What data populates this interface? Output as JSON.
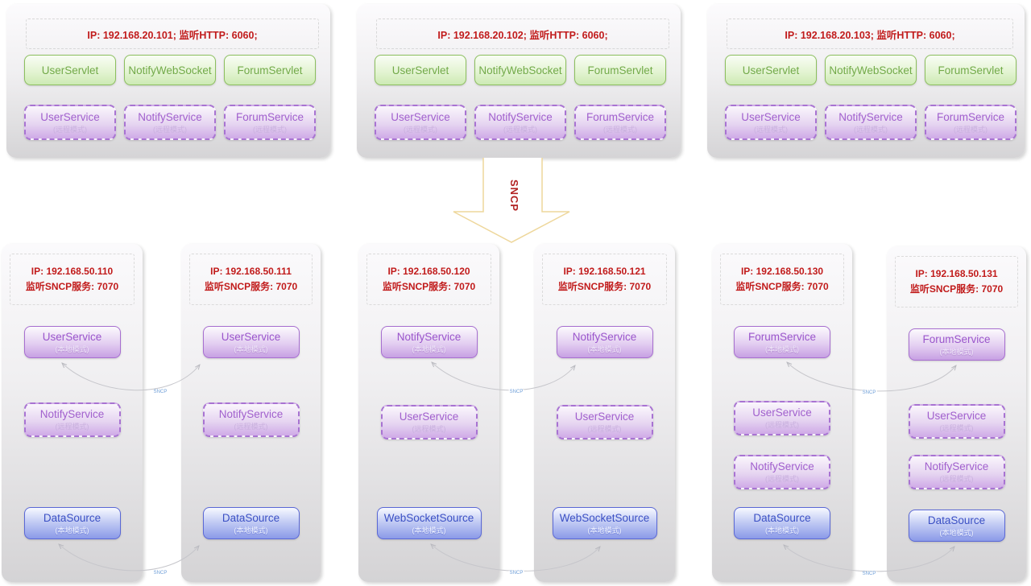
{
  "top_nodes": [
    {
      "ip_line": "IP: 192.168.20.101;  监听HTTP: 6060;",
      "servlets": [
        "UserServlet",
        "NotifyWebSocket",
        "ForumServlet"
      ],
      "services": [
        {
          "name": "UserService",
          "mode": "(远程模式)"
        },
        {
          "name": "NotifyService",
          "mode": "(远程模式)"
        },
        {
          "name": "ForumService",
          "mode": "(远程模式)"
        }
      ]
    },
    {
      "ip_line": "IP: 192.168.20.102;  监听HTTP: 6060;",
      "servlets": [
        "UserServlet",
        "NotifyWebSocket",
        "ForumServlet"
      ],
      "services": [
        {
          "name": "UserService",
          "mode": "(远程模式)"
        },
        {
          "name": "NotifyService",
          "mode": "(远程模式)"
        },
        {
          "name": "ForumService",
          "mode": "(远程模式)"
        }
      ]
    },
    {
      "ip_line": "IP: 192.168.20.103;  监听HTTP: 6060;",
      "servlets": [
        "UserServlet",
        "NotifyWebSocket",
        "ForumServlet"
      ],
      "services": [
        {
          "name": "UserService",
          "mode": "(远程模式)"
        },
        {
          "name": "NotifyService",
          "mode": "(远程模式)"
        },
        {
          "name": "ForumService",
          "mode": "(远程模式)"
        }
      ]
    }
  ],
  "arrow": {
    "label": "SNCP"
  },
  "bottom_nodes": [
    {
      "ip_line1": "IP: 192.168.50.110",
      "ip_line2": "监听SNCP服务: 7070",
      "services": [
        {
          "name": "UserService",
          "mode": "(本地模式)"
        },
        {
          "name": "NotifyService",
          "mode": "(远程模式)"
        },
        {
          "name": "DataSource",
          "mode": "(本地模式)"
        }
      ]
    },
    {
      "ip_line1": "IP: 192.168.50.111",
      "ip_line2": "监听SNCP服务: 7070",
      "services": [
        {
          "name": "UserService",
          "mode": "(本地模式)"
        },
        {
          "name": "NotifyService",
          "mode": "(远程模式)"
        },
        {
          "name": "DataSource",
          "mode": "(本地模式)"
        }
      ]
    },
    {
      "ip_line1": "IP: 192.168.50.120",
      "ip_line2": "监听SNCP服务: 7070",
      "services": [
        {
          "name": "NotifyService",
          "mode": "(本地模式)"
        },
        {
          "name": "UserService",
          "mode": "(远程模式)"
        },
        {
          "name": "WebSocketSource",
          "mode": "(本地模式)"
        }
      ]
    },
    {
      "ip_line1": "IP: 192.168.50.121",
      "ip_line2": "监听SNCP服务: 7070",
      "services": [
        {
          "name": "NotifyService",
          "mode": "(本地模式)"
        },
        {
          "name": "UserService",
          "mode": "(远程模式)"
        },
        {
          "name": "WebSocketSource",
          "mode": "(本地模式)"
        }
      ]
    },
    {
      "ip_line1": "IP: 192.168.50.130",
      "ip_line2": "监听SNCP服务: 7070",
      "services": [
        {
          "name": "ForumService",
          "mode": "(本地模式)"
        },
        {
          "name": "UserService",
          "mode": "(远程模式)"
        },
        {
          "name": "NotifyService",
          "mode": "(远程模式)"
        },
        {
          "name": "DataSource",
          "mode": "(本地模式)"
        }
      ]
    },
    {
      "ip_line1": "IP: 192.168.50.131",
      "ip_line2": "监听SNCP服务: 7070",
      "services": [
        {
          "name": "ForumService",
          "mode": "(本地模式)"
        },
        {
          "name": "UserService",
          "mode": "(远程模式)"
        },
        {
          "name": "NotifyService",
          "mode": "(远程模式)"
        },
        {
          "name": "DataSource",
          "mode": "(本地模式)"
        }
      ]
    }
  ],
  "connections": [
    {
      "label": "SNCP"
    },
    {
      "label": "SNCP"
    },
    {
      "label": "SNCP"
    },
    {
      "label": "SNCP"
    },
    {
      "label": "SNCP"
    },
    {
      "label": "SNCP"
    }
  ],
  "colors": {
    "servlet_green": "#8cbf5e",
    "service_purple": "#a76fd0",
    "source_blue": "#5a68d6",
    "ip_text_red": "#c11b1b",
    "arrow_gold": "#eed79b",
    "connector_gray": "#c3c3c8"
  }
}
